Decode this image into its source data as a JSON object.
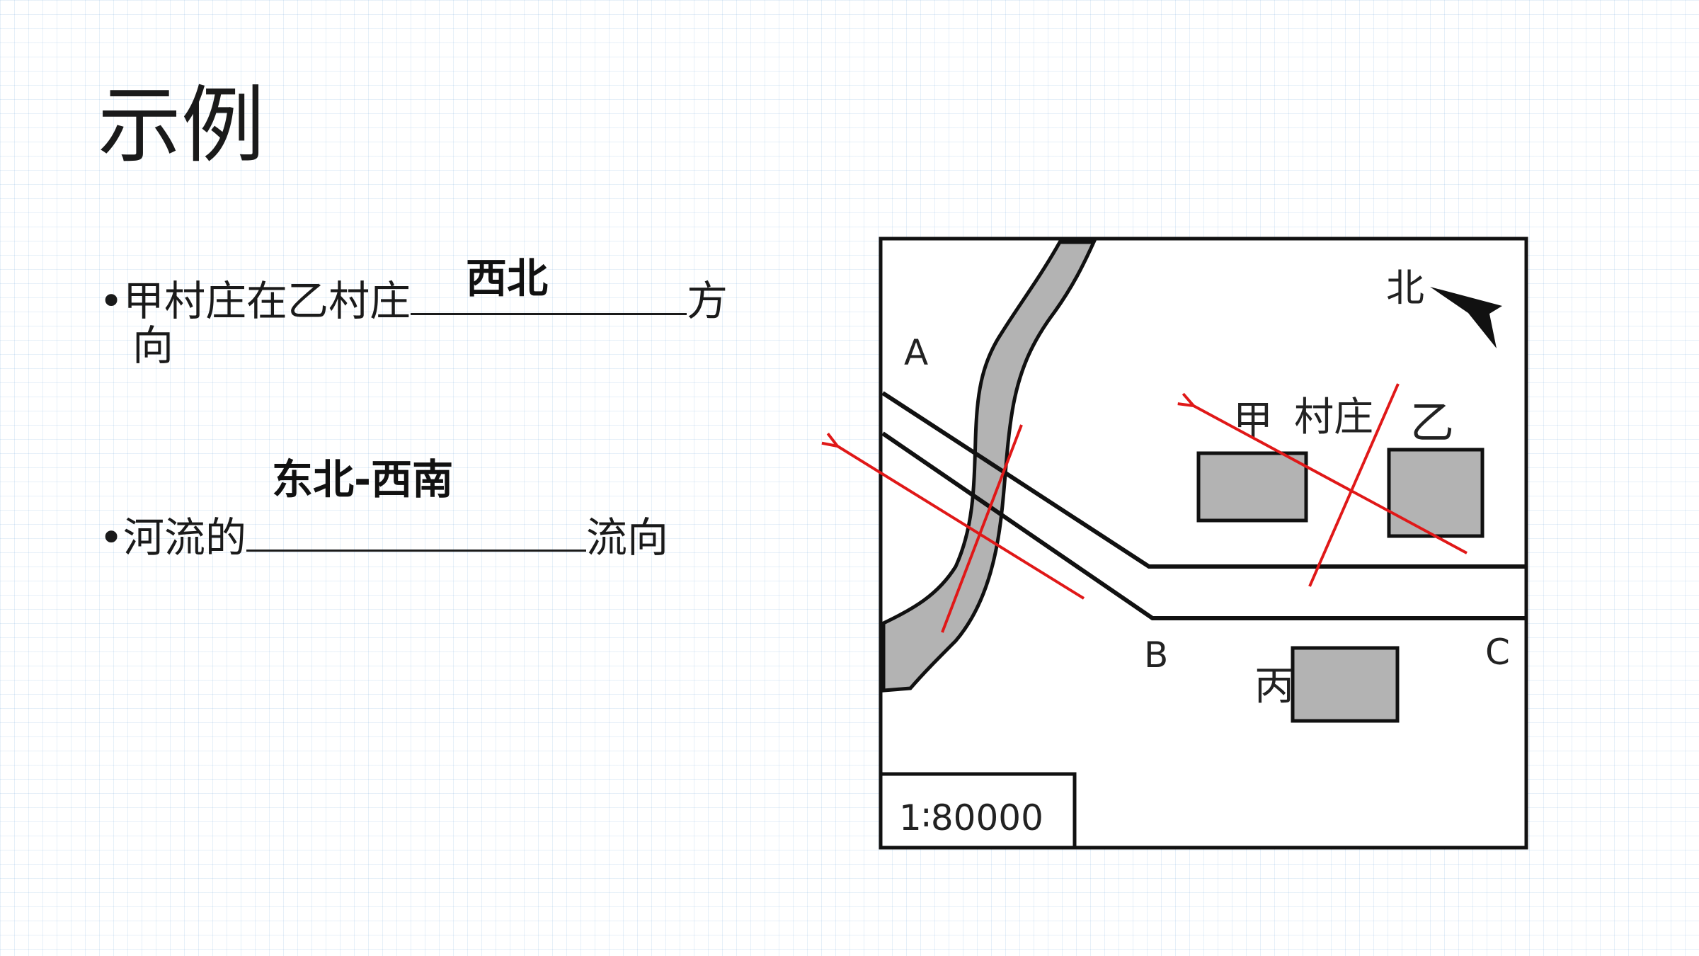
{
  "slide": {
    "title": "示例"
  },
  "questions": [
    {
      "before": "甲村庄在乙村庄",
      "after": "方",
      "wrap": "向",
      "answer": "西北"
    },
    {
      "before": "河流的",
      "after": "流向",
      "answer": "东北-西南"
    }
  ],
  "bullet_symbol": "•",
  "map": {
    "labels": {
      "a": "A",
      "b": "B",
      "c": "C",
      "north": "北",
      "jia": "甲",
      "village": "村庄",
      "yi": "乙",
      "bing": "丙"
    },
    "scale": "1∶80000",
    "colors": {
      "river": "#b3b3b3",
      "building": "#b3b3b3",
      "outline": "#111111",
      "annotation": "#e01818"
    }
  }
}
